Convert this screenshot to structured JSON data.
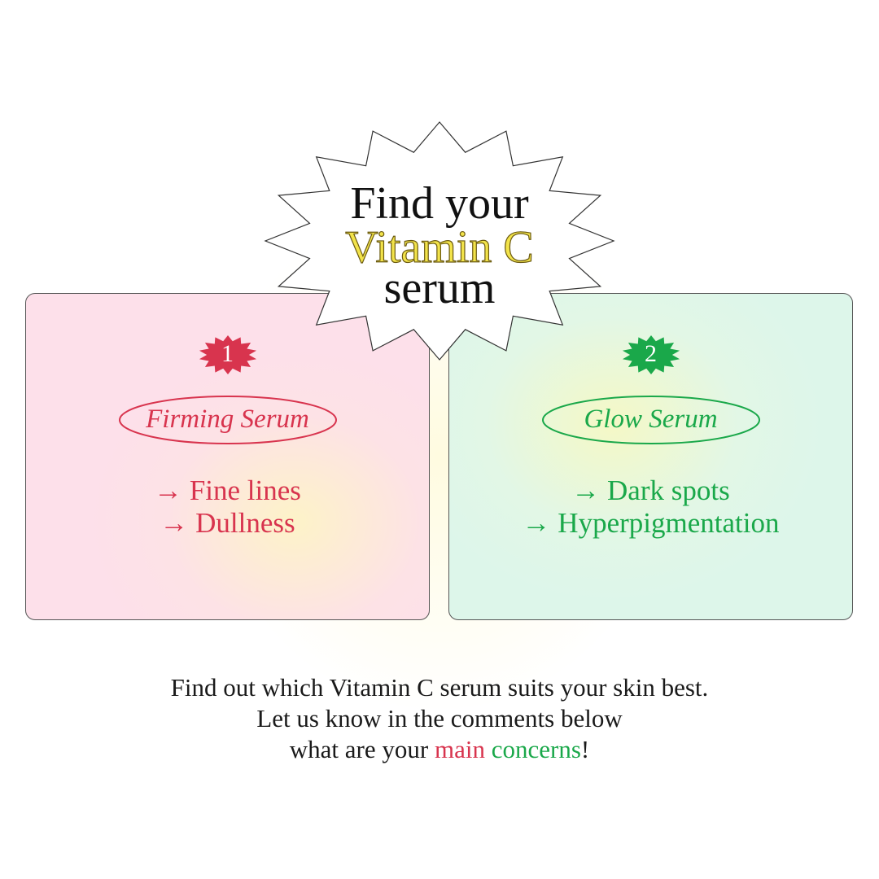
{
  "title": {
    "line1": "Find your",
    "line2": "Vitamin C",
    "line3": "serum"
  },
  "cards": [
    {
      "number": "1",
      "name": "Firming Serum",
      "concerns": [
        "→ Fine lines",
        "→ Dullness"
      ],
      "color": "#d8344e"
    },
    {
      "number": "2",
      "name": "Glow Serum",
      "concerns": [
        "→ Dark spots",
        "→ Hyperpigmentation"
      ],
      "color": "#1aa84a"
    }
  ],
  "footer": {
    "line1": "Find out which Vitamin C serum suits your skin best.",
    "line2": "Let us know in the comments below",
    "line3_pre": "what are your ",
    "word_main": "main",
    "space": " ",
    "word_concerns": "concerns",
    "line3_post": "!"
  },
  "colors": {
    "accent_yellow": "#f2e34a",
    "red": "#d8344e",
    "green": "#1aa84a"
  }
}
